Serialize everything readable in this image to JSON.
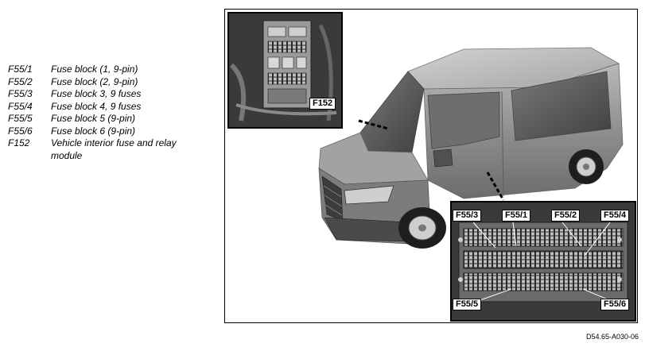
{
  "legend": [
    {
      "code": "F55/1",
      "desc": "Fuse block (1, 9-pin)"
    },
    {
      "code": "F55/2",
      "desc": "Fuse block (2, 9-pin)"
    },
    {
      "code": "F55/3",
      "desc": "Fuse block 3, 9 fuses"
    },
    {
      "code": "F55/4",
      "desc": "Fuse block 4, 9 fuses"
    },
    {
      "code": "F55/5",
      "desc": "Fuse block 5 (9-pin)"
    },
    {
      "code": "F55/6",
      "desc": "Fuse block 6 (9-pin)"
    },
    {
      "code": "F152",
      "desc": "Vehicle interior fuse and relay module"
    }
  ],
  "callouts": {
    "f152": "F152",
    "f55_3": "F55/3",
    "f55_1": "F55/1",
    "f55_2": "F55/2",
    "f55_4": "F55/4",
    "f55_5": "F55/5",
    "f55_6": "F55/6"
  },
  "doc_id": "D54.65-A030-06",
  "colors": {
    "van_body": "#8e8e8e",
    "van_dark": "#5a5a5a",
    "inset_bg": "#3a3a3a"
  }
}
